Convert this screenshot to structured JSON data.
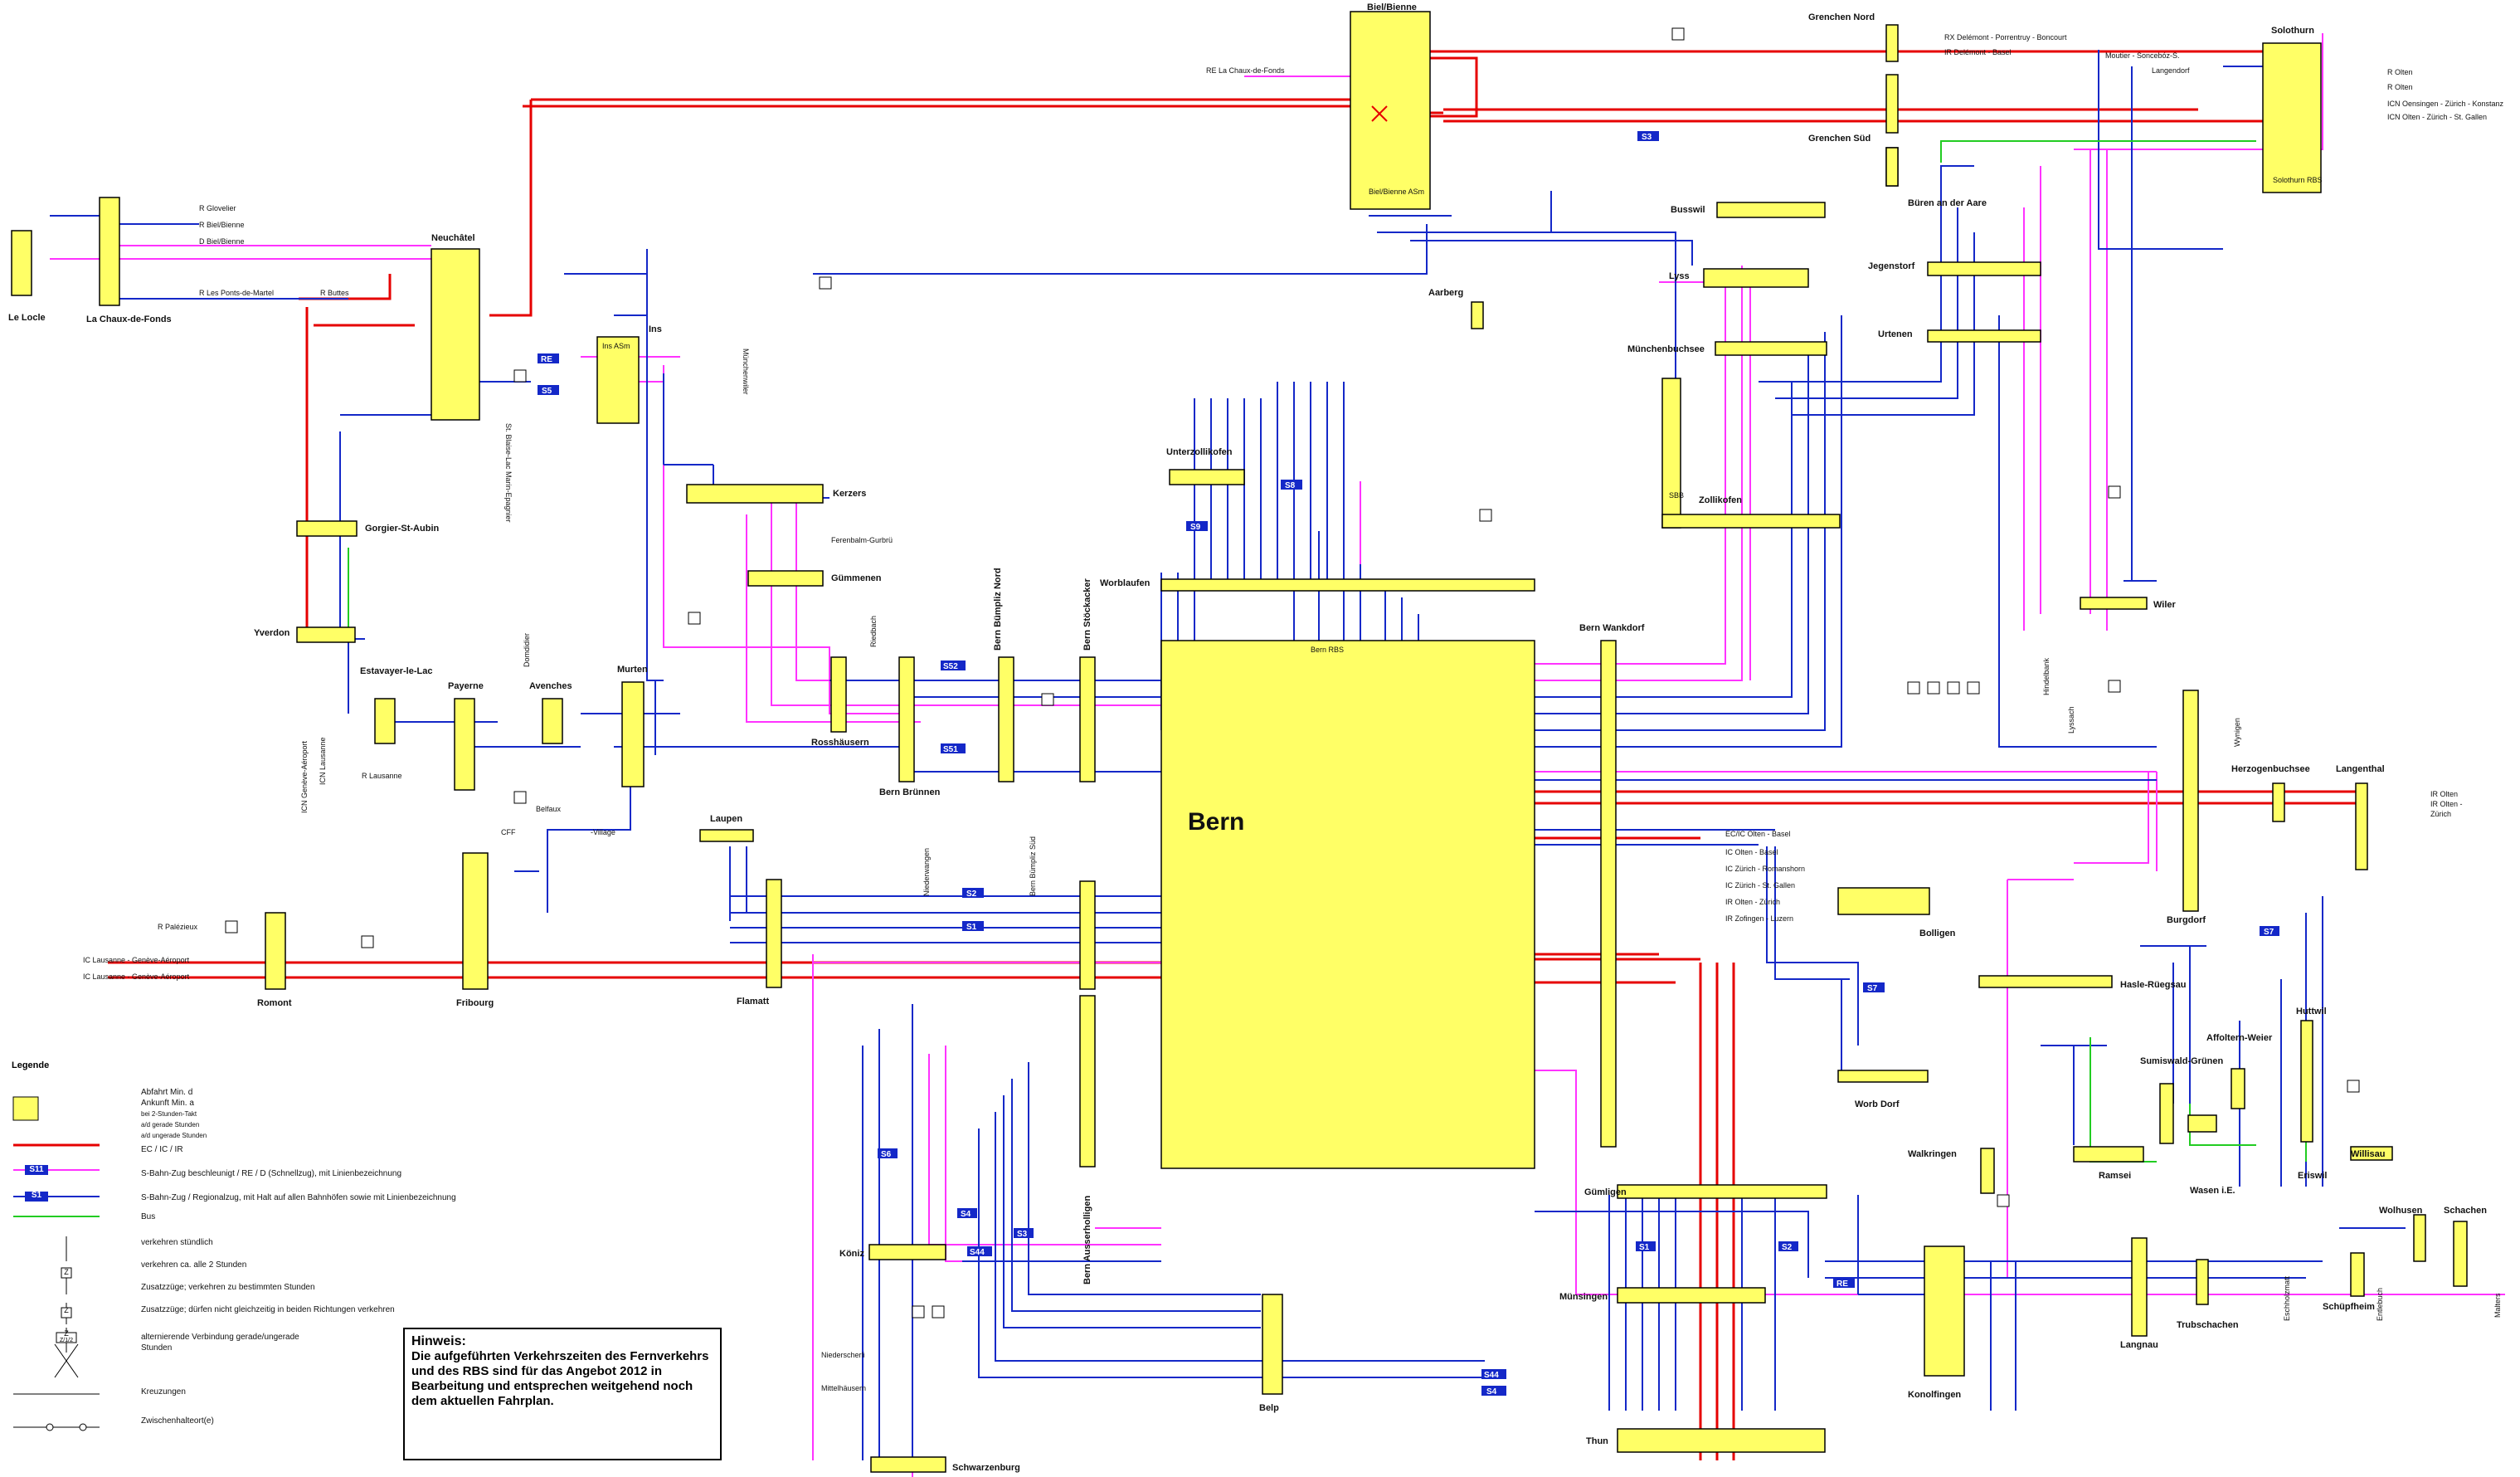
{
  "colors": {
    "ec_ic_ir": "#e60000",
    "s_fast": "#ff33ff",
    "s_local": "#1428c8",
    "bus": "#22cc22",
    "station": "#ffff66",
    "badge_bg": "#1428c8",
    "badge_text": "#ffffff"
  },
  "stations": [
    {
      "id": "bern",
      "label": "Bern",
      "sub": "Bern RBS"
    },
    {
      "id": "biel",
      "label": "Biel/Bienne",
      "sub": "Biel/Bienne ASm"
    },
    {
      "id": "solothurn",
      "label": "Solothurn",
      "sub": "Solothurn RBS"
    },
    {
      "id": "grenchen-nord",
      "label": "Grenchen Nord"
    },
    {
      "id": "grenchen-sued",
      "label": "Grenchen Süd"
    },
    {
      "id": "bueren",
      "label": "Büren an der Aare"
    },
    {
      "id": "le-locle",
      "label": "Le Locle"
    },
    {
      "id": "la-chaux-de-fonds",
      "label": "La Chaux-de-Fonds"
    },
    {
      "id": "neuchatel",
      "label": "Neuchâtel"
    },
    {
      "id": "ins",
      "label": "Ins",
      "sub": "Ins ASm"
    },
    {
      "id": "gorgier",
      "label": "Gorgier-St-Aubin"
    },
    {
      "id": "yverdon",
      "label": "Yverdon"
    },
    {
      "id": "estavayer",
      "label": "Estavayer-le-Lac"
    },
    {
      "id": "payerne",
      "label": "Payerne"
    },
    {
      "id": "avenches",
      "label": "Avenches"
    },
    {
      "id": "murten",
      "label": "Murten"
    },
    {
      "id": "kerzers",
      "label": "Kerzers"
    },
    {
      "id": "guemmenen",
      "label": "Gümmenen"
    },
    {
      "id": "rosshaeusern",
      "label": "Rosshäusern"
    },
    {
      "id": "bern-bruennen",
      "label": "Bern Brünnen"
    },
    {
      "id": "bern-bumpliz-nord",
      "label": "Bern Bümpliz Nord"
    },
    {
      "id": "bern-stoeckacker",
      "label": "Bern Stöckacker"
    },
    {
      "id": "unterzollikofen",
      "label": "Unterzollikofen"
    },
    {
      "id": "worblaufen",
      "label": "Worblaufen"
    },
    {
      "id": "aarberg",
      "label": "Aarberg"
    },
    {
      "id": "lyss",
      "label": "Lyss"
    },
    {
      "id": "busswil",
      "label": "Busswil"
    },
    {
      "id": "muenchenbuchsee",
      "label": "Münchenbuchsee"
    },
    {
      "id": "zollikofen",
      "label": "Zollikofen"
    },
    {
      "id": "jegenstorf",
      "label": "Jegenstorf"
    },
    {
      "id": "urtenen",
      "label": "Urtenen"
    },
    {
      "id": "bern-wankdorf",
      "label": "Bern Wankdorf"
    },
    {
      "id": "wiler",
      "label": "Wiler"
    },
    {
      "id": "herzogenbuchsee",
      "label": "Herzogenbuchsee"
    },
    {
      "id": "langenthal",
      "label": "Langenthal"
    },
    {
      "id": "burgdorf",
      "label": "Burgdorf"
    },
    {
      "id": "bolligen",
      "label": "Bolligen"
    },
    {
      "id": "worb-dorf",
      "label": "Worb Dorf"
    },
    {
      "id": "hasle",
      "label": "Hasle-Rüegsau"
    },
    {
      "id": "huttwil",
      "label": "Huttwil"
    },
    {
      "id": "affoltern",
      "label": "Affoltern-Weier"
    },
    {
      "id": "sumiswald",
      "label": "Sumiswald-Grünen"
    },
    {
      "id": "wasen",
      "label": "Wasen i.E."
    },
    {
      "id": "eriswil",
      "label": "Eriswil"
    },
    {
      "id": "willisau",
      "label": "Willisau"
    },
    {
      "id": "wolhusen",
      "label": "Wolhusen"
    },
    {
      "id": "schachen",
      "label": "Schachen"
    },
    {
      "id": "schuepfheim",
      "label": "Schüpfheim"
    },
    {
      "id": "trubschachen",
      "label": "Trubschachen"
    },
    {
      "id": "langnau",
      "label": "Langnau"
    },
    {
      "id": "ramsei",
      "label": "Ramsei"
    },
    {
      "id": "walkringen",
      "label": "Walkringen"
    },
    {
      "id": "konolfingen",
      "label": "Konolfingen"
    },
    {
      "id": "guemligen",
      "label": "Gümligen"
    },
    {
      "id": "muensingen",
      "label": "Münsingen"
    },
    {
      "id": "thun",
      "label": "Thun"
    },
    {
      "id": "belp",
      "label": "Belp"
    },
    {
      "id": "bern-ausserholligen",
      "label": "Bern Ausserholligen"
    },
    {
      "id": "koeniz",
      "label": "Köniz"
    },
    {
      "id": "schwarzenburg",
      "label": "Schwarzenburg"
    },
    {
      "id": "flamatt",
      "label": "Flamatt"
    },
    {
      "id": "laupen",
      "label": "Laupen"
    },
    {
      "id": "fribourg",
      "label": "Fribourg"
    },
    {
      "id": "romont",
      "label": "Romont"
    }
  ],
  "destinations": [
    "RE La Chaux-de-Fonds",
    "RX Delémont - Porrentruy - Boncourt",
    "IR Delémont - Basel",
    "Moutier - Soncebóz-S.",
    "Langendorf",
    "R Olten",
    "R Olten",
    "ICN Oensingen - Zürich - Konstanz",
    "ICN Olten - Zürich - St. Gallen",
    "R Glovelier",
    "R Biel/Bienne",
    "D Biel/Bienne",
    "R Les Ponts-de-Martel",
    "R Buttes",
    "R Lausanne",
    "R Palézieux",
    "IC Lausanne - Genève-Aéroport",
    "IC Lausanne - Genève-Aéroport",
    "EC/IC Olten - Basel",
    "IC Olten - Basel",
    "IC Zürich - Romanshorn",
    "IC Zürich - St. Gallen",
    "IR Olten - Zürich",
    "IR Zofingen - Luzern",
    "IR Olten",
    "IR Olten -",
    "Zürich",
    "ICN Genève-Aéroport",
    "ICN Lausanne"
  ],
  "line_badges": [
    "RE",
    "S5",
    "S3",
    "S9",
    "S8",
    "S52",
    "S51",
    "S1",
    "S2",
    "S6",
    "S4",
    "S44",
    "S7",
    "S7",
    "S3",
    "S2",
    "S1",
    "RE",
    "S4",
    "S44"
  ],
  "small_labels": [
    "Ferenbalm-Gurbrü",
    "Riedbach",
    "Niederwangen",
    "Bern Bümpliz Süd",
    "Münchenwiler",
    "St. Blaise-Lac Marin-Epagnier",
    "Hindelbank",
    "Lyssach",
    "Wynigen",
    "Belfaux",
    "Niederscherli",
    "Mittelhäusern",
    "Eschholzmatt",
    "Entlebuch",
    "Malters",
    "Domdidier",
    "SBB",
    "CFF",
    "-Village"
  ],
  "legend": {
    "title": "Legende",
    "departure": "Abfahrt Min. d",
    "arrival": "Ankunft Min. a",
    "two_hour": "bei 2-Stunden-Takt",
    "two_hour_a": "a/d gerade Stunden",
    "two_hour_b": "a/d ungerade Stunden",
    "ec_line": "EC / IC / IR",
    "s_fast": "S-Bahn-Zug beschleunigt / RE / D (Schnellzug), mit Linienbezeichnung",
    "s_local": "S-Bahn-Zug / Regionalzug, mit Halt auf allen Bahnhöfen sowie mit Linienbezeichnung",
    "bus": "Bus",
    "hourly": "verkehren stündlich",
    "every2h": "verkehren ca. alle 2 Stunden",
    "extra": "Zusatzzüge; verkehren zu bestimmten Stunden",
    "extra2": "Zusatzzüge; dürfen nicht gleichzeitig in beiden Richtungen verkehren",
    "alternate": "alternierende Verbindung gerade/ungerade Stunden",
    "crossing": "Kreuzungen",
    "stop": "Zwischenhalteort(e)",
    "sample_badge_1": "S11",
    "sample_badge_2": "S1",
    "sample_z": "Z",
    "sample_z2": "Z",
    "sample_z3": "Z",
    "sample_z4": "Z/1/2"
  },
  "hint": {
    "title": "Hinweis:",
    "body": "Die aufgeführten Verkehrszeiten des Fernverkehrs und des RBS sind für das Angebot 2012 in Bearbeitung und entsprechen weitgehend noch dem aktuellen Fahrplan."
  }
}
